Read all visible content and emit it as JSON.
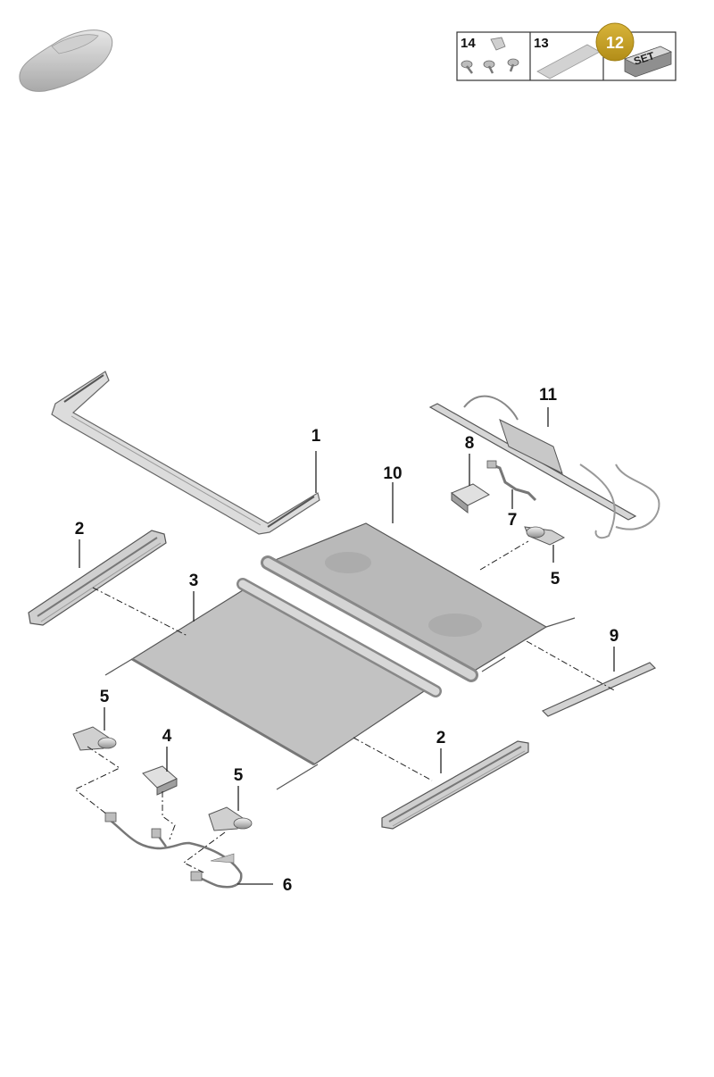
{
  "colors": {
    "badge": "#c9a227",
    "part_light": "#d9d9d9",
    "part_mid": "#bdbdbd",
    "part_dark": "#8c8c8c",
    "blind_fabric": "#b7b7b7",
    "line": "#222222"
  },
  "legend": {
    "boxes": [
      {
        "number": "14"
      },
      {
        "number": "13"
      }
    ],
    "badge_number": "12",
    "set_text": "SET"
  },
  "callouts": {
    "c1": "1",
    "c2a": "2",
    "c2b": "2",
    "c3": "3",
    "c4": "4",
    "c5a": "5",
    "c5b": "5",
    "c5c": "5",
    "c6": "6",
    "c7": "7",
    "c8": "8",
    "c9": "9",
    "c10": "10",
    "c11": "11"
  },
  "icons": [
    "car-thumbnail-icon",
    "screw-icon",
    "clip-icon",
    "sealant-tube-icon",
    "set-box-icon"
  ]
}
